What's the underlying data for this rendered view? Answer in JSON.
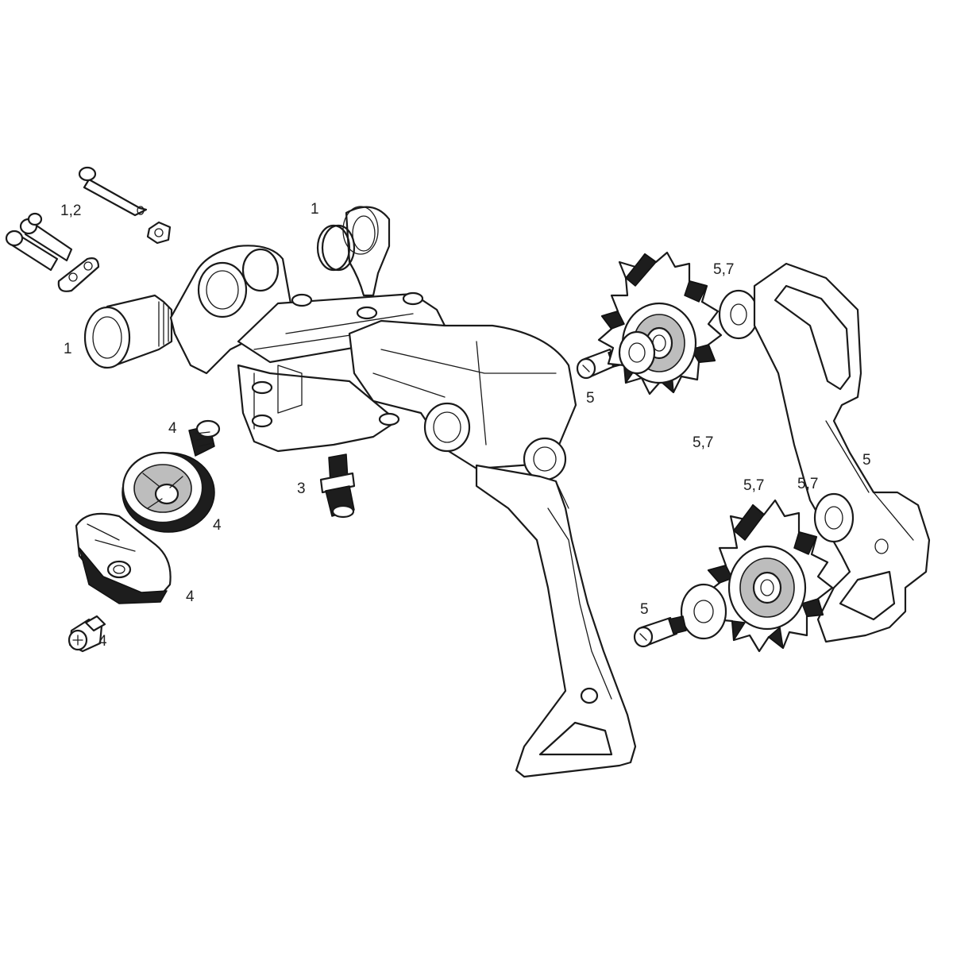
{
  "callouts": [
    {
      "id": "pins-label",
      "text": "1,2"
    },
    {
      "id": "spring-label",
      "text": "1"
    },
    {
      "id": "bushing-label",
      "text": "1"
    },
    {
      "id": "upper-bolt-label",
      "text": "5"
    },
    {
      "id": "upper-washer-label",
      "text": "5,7"
    },
    {
      "id": "upper-pulley-label",
      "text": "5,7"
    },
    {
      "id": "cage-plate-label",
      "text": "5"
    },
    {
      "id": "lower-pulley-label",
      "text": "5,7"
    },
    {
      "id": "lower-washer-label",
      "text": "5,7"
    },
    {
      "id": "lower-bolt-label",
      "text": "5"
    },
    {
      "id": "cable-bolt-label",
      "text": "4"
    },
    {
      "id": "cable-pulley-label",
      "text": "4"
    },
    {
      "id": "cable-cover-label",
      "text": "4"
    },
    {
      "id": "cover-screw-label",
      "text": "4"
    },
    {
      "id": "b-screw-label",
      "text": "3"
    }
  ],
  "colors": {
    "line": "#1a1a1a",
    "label": "#222222",
    "fill": "#ffffff",
    "dark": "#1d1d1d"
  }
}
